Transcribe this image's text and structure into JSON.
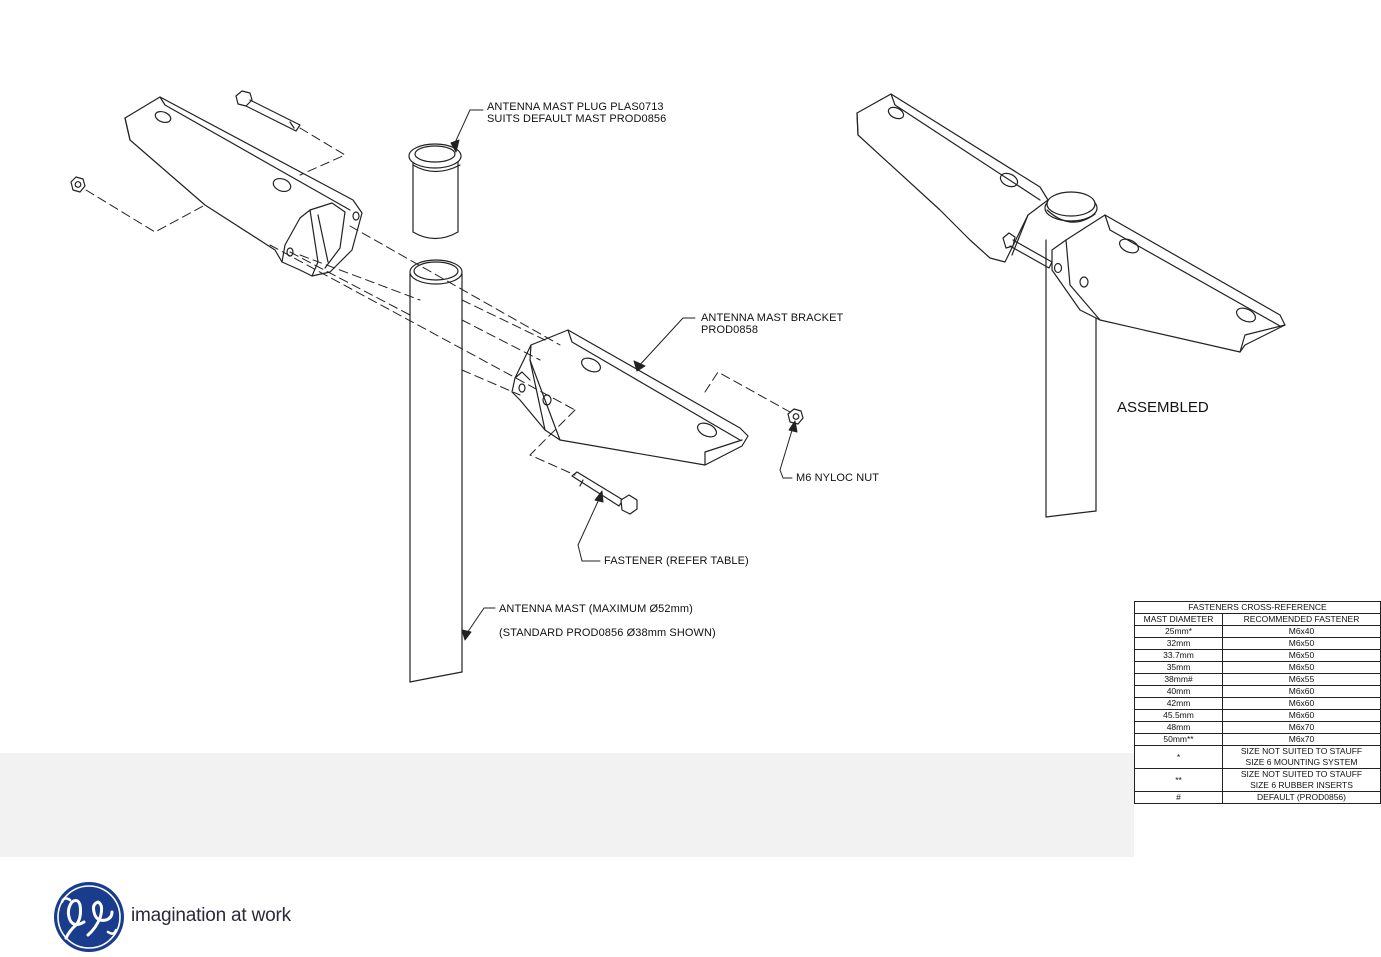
{
  "callouts": {
    "plug_line1": "ANTENNA MAST PLUG PLAS0713",
    "plug_line2": "SUITS DEFAULT MAST PROD0856",
    "bracket_line1": "ANTENNA MAST BRACKET",
    "bracket_line2": "PROD0858",
    "nut": "M6 NYLOC NUT",
    "fastener": "FASTENER (REFER TABLE)",
    "mast_line1": "ANTENNA MAST (MAXIMUM Ø52mm)",
    "mast_line2": "(STANDARD PROD0856 Ø38mm SHOWN)",
    "assembled": "ASSEMBLED"
  },
  "table": {
    "title": "FASTENERS CROSS-REFERENCE",
    "headers": [
      "MAST DIAMETER",
      "RECOMMENDED FASTENER"
    ],
    "rows": [
      [
        "25mm*",
        "M6x40"
      ],
      [
        "32mm",
        "M6x50"
      ],
      [
        "33.7mm",
        "M6x50"
      ],
      [
        "35mm",
        "M6x50"
      ],
      [
        "38mm#",
        "M6x55"
      ],
      [
        "40mm",
        "M6x60"
      ],
      [
        "42mm",
        "M6x60"
      ],
      [
        "45.5mm",
        "M6x60"
      ],
      [
        "48mm",
        "M6x70"
      ],
      [
        "50mm**",
        "M6x70"
      ]
    ],
    "notes": [
      {
        "symbol": "*",
        "line1": "SIZE NOT SUITED TO STAUFF",
        "line2": "SIZE 6 MOUNTING SYSTEM"
      },
      {
        "symbol": "**",
        "line1": "SIZE NOT SUITED TO STAUFF",
        "line2": "SIZE 6 RUBBER INSERTS"
      },
      {
        "symbol": "#",
        "line1": "DEFAULT (PROD0856)",
        "line2": ""
      }
    ]
  },
  "brand": {
    "tagline": "imagination at work",
    "logo_color": "#1a3c8c"
  }
}
